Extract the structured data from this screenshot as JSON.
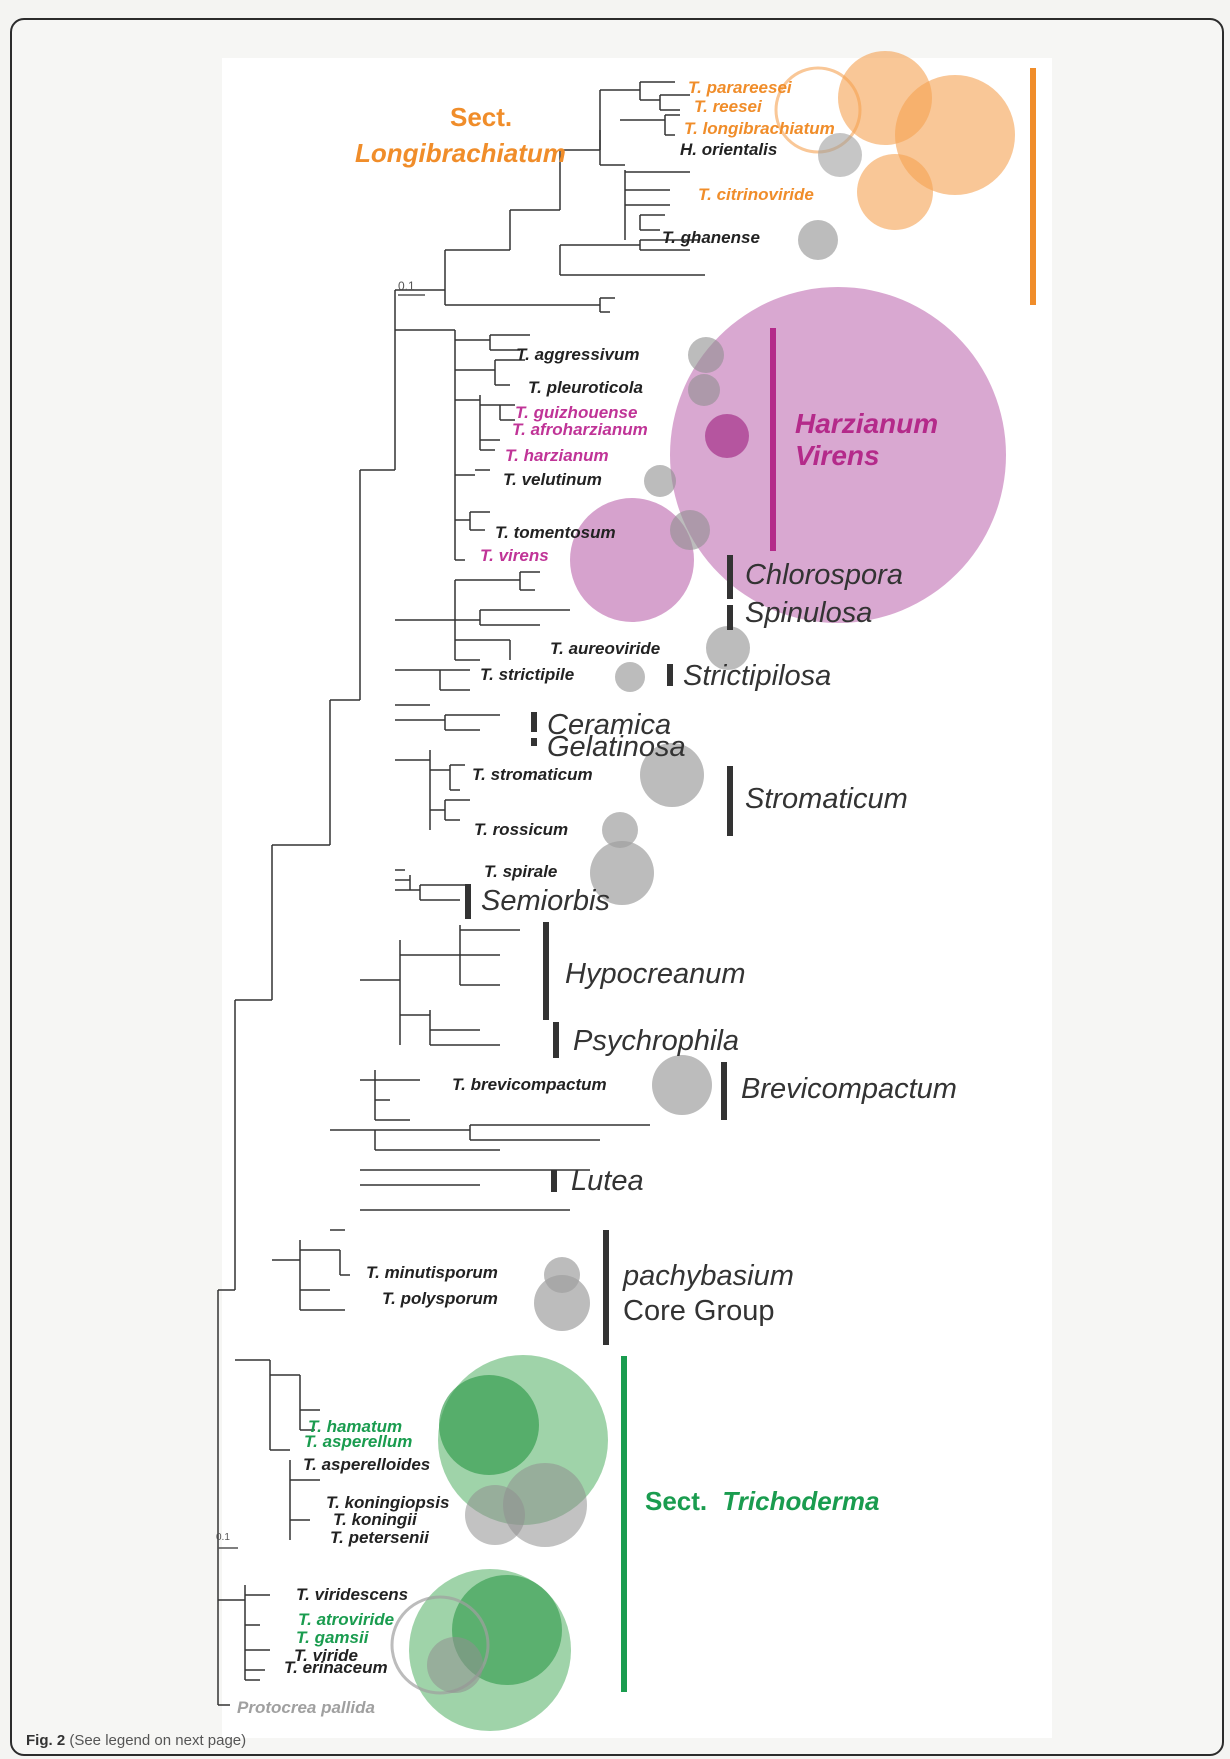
{
  "caption": {
    "label": "Fig. 2",
    "text": "(See legend on next page)"
  },
  "scale_bars": {
    "top": "0.1",
    "bottom": "0.1"
  },
  "colors": {
    "longibrachiatum": "#f08d2a",
    "harzianum": "#c03497",
    "trichoderma": "#1a9c4f",
    "neutral": "#333333",
    "outgroup": "#a0a0a0"
  },
  "section_headers": {
    "longibrachiatum": {
      "line1": "Sect.",
      "line2": "Longibrachiatum"
    },
    "trichoderma": {
      "prefix": "Sect.",
      "name": "Trichoderma"
    },
    "harzianum": {
      "line1": "Harzianum",
      "line2": "Virens"
    }
  },
  "clades": {
    "chlorospora": "Chlorospora",
    "spinulosa": "Spinulosa",
    "strictipilosa": "Strictipilosa",
    "ceramica": "Ceramica",
    "gelatinosa": "Gelatinosa",
    "stromaticum": "Stromaticum",
    "semiorbis": "Semiorbis",
    "hypocreanum": "Hypocreanum",
    "psychrophila": "Psychrophila",
    "brevicompactum": "Brevicompactum",
    "lutea": "Lutea",
    "pachybasium": "pachybasium",
    "core_group": "Core Group"
  },
  "taxa": {
    "parareesei": "T. parareesei",
    "reesei": "T. reesei",
    "longibrachiatum": "T. longibrachiatum",
    "orientalis": "H. orientalis",
    "citrinoviride": "T. citrinoviride",
    "ghanense": "T. ghanense",
    "aggressivum": "T. aggressivum",
    "pleuroticola": "T. pleuroticola",
    "guizhouense": "T. guizhouense",
    "afroharzianum": "T. afroharzianum",
    "harzianum": "T. harzianum",
    "velutinum": "T. velutinum",
    "tomentosum": "T. tomentosum",
    "virens": "T. virens",
    "aureoviride": "T. aureoviride",
    "strictipile": "T. strictipile",
    "stromaticum": "T. stromaticum",
    "rossicum": "T. rossicum",
    "spirale": "T. spirale",
    "brevicompactum": "T. brevicompactum",
    "minutisporum": "T. minutisporum",
    "polysporum": "T. polysporum",
    "hamatum": "T. hamatum",
    "asperellum": "T. asperellum",
    "asperelloides": "T. asperelloides",
    "koningiopsis": "T. koningiopsis",
    "koningii": "T. koningii",
    "petersenii": "T. petersenii",
    "viridescens": "T. viridescens",
    "atroviride": "T. atroviride",
    "gamsii": "T. gamsii",
    "viride": "T. viride",
    "erinaceum": "T. erinaceum",
    "pallida": "Protocrea pallida"
  }
}
